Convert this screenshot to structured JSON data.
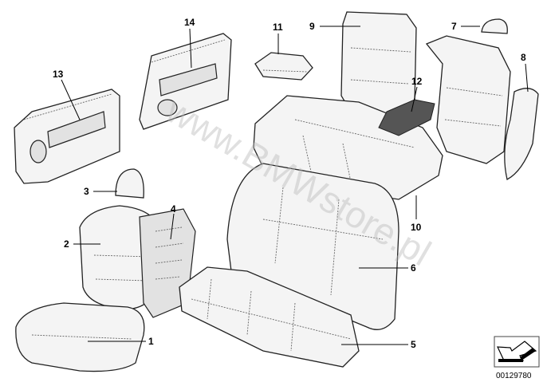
{
  "labels": {
    "p1": "1",
    "p2": "2",
    "p3": "3",
    "p4": "4",
    "p5": "5",
    "p6": "6",
    "p7": "7",
    "p8": "8",
    "p9": "9",
    "p10": "10",
    "p11": "11",
    "p12": "12",
    "p13": "13",
    "p14": "14"
  },
  "watermark": "www.BMWstore.pl",
  "diagram_number": "00129780"
}
